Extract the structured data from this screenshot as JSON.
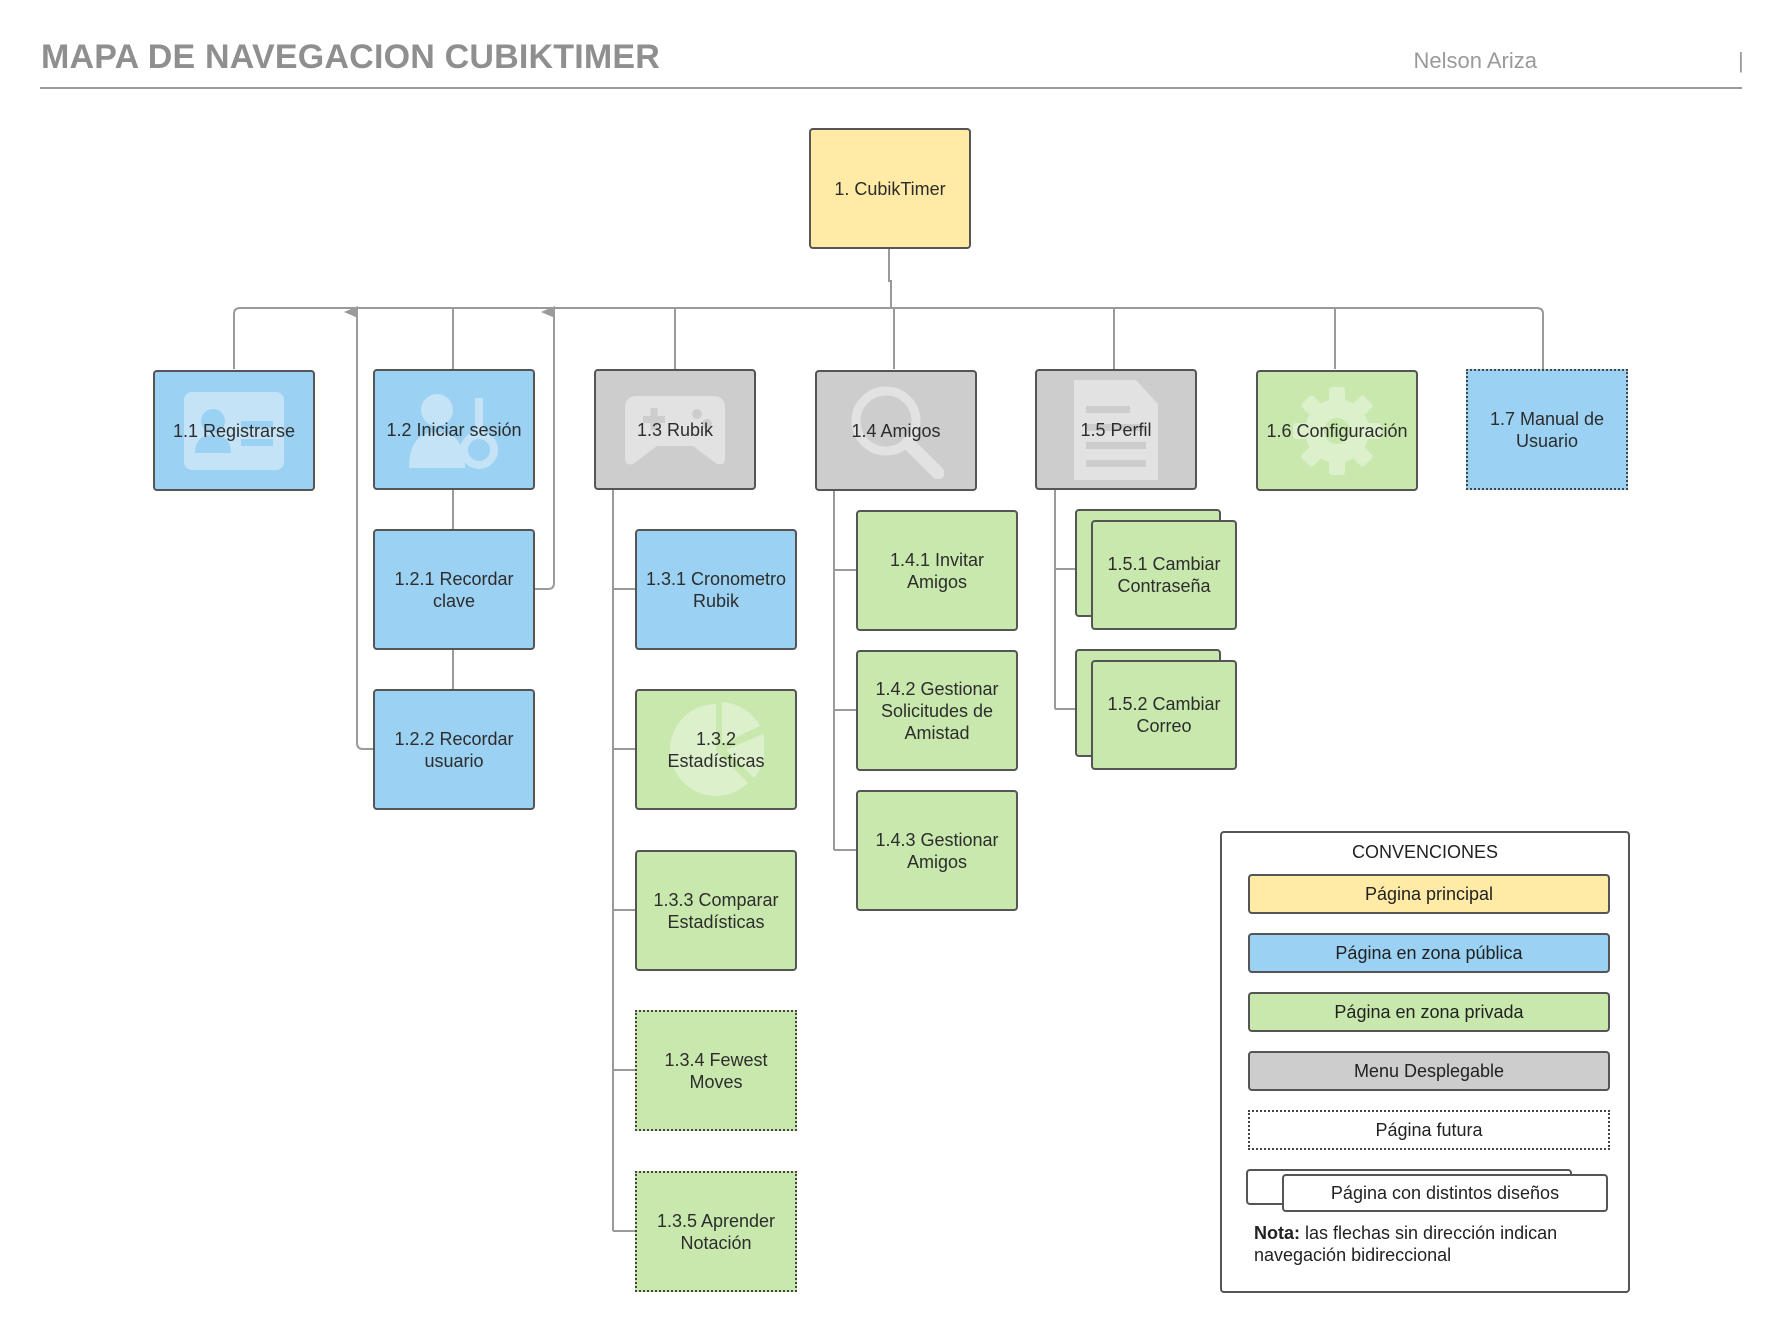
{
  "header": {
    "title": "MAPA DE NAVEGACION CUBIKTIMER",
    "author": "Nelson Ariza",
    "separator": "|"
  },
  "nodes": {
    "root": "1. CubikTimer",
    "registrarse": "1.1 Registrarse",
    "iniciar_sesion": "1.2 Iniciar sesión",
    "recordar_clave": "1.2.1 Recordar clave",
    "recordar_usuario": "1.2.2 Recordar usuario",
    "rubik": "1.3 Rubik",
    "cronometro": "1.3.1 Cronometro Rubik",
    "estadisticas": "1.3.2 Estadísticas",
    "comparar": "1.3.3 Comparar Estadísticas",
    "fewest": "1.3.4 Fewest Moves",
    "notacion": "1.3.5 Aprender Notación",
    "amigos": "1.4 Amigos",
    "invitar": "1.4.1 Invitar Amigos",
    "solicitudes": "1.4.2 Gestionar Solicitudes de Amistad",
    "gestionar_amigos": "1.4.3 Gestionar Amigos",
    "perfil": "1.5 Perfil",
    "cambiar_contrasena": "1.5.1 Cambiar Contraseña",
    "cambiar_correo": "1.5.2 Cambiar Correo",
    "configuracion": "1.6 Configuración",
    "manual": "1.7 Manual de Usuario"
  },
  "node_icons": {
    "registrarse": "id-card-icon",
    "iniciar_sesion": "user-key-icon",
    "rubik": "gamepad-icon",
    "estadisticas": "pie-chart-icon",
    "amigos": "search-icon",
    "perfil": "document-icon",
    "configuracion": "gear-icon"
  },
  "legend": {
    "title": "CONVENCIONES",
    "principal": "Página principal",
    "publica": "Página en zona pública",
    "privada": "Página en zona privada",
    "menu": "Menu Desplegable",
    "futura": "Página futura",
    "disenos": "Página con distintos diseños",
    "note_label": "Nota:",
    "note_text": " las flechas sin dirección indican navegación bidireccional"
  },
  "colors": {
    "principal": "#ffeaa6",
    "publica": "#9bd1f2",
    "privada": "#c8e8ad",
    "menu": "#cdcdcd",
    "connector": "#9a9a9a"
  }
}
